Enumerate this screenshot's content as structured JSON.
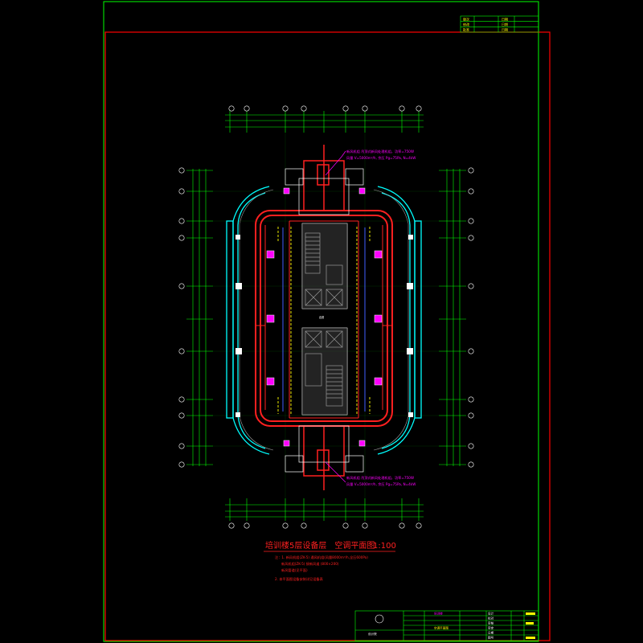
{
  "drawing": {
    "title": "培训楼5层设备层　空调平面图",
    "scale": "1:100",
    "notes": [
      "注：1. 新风机组(ZK-5)  通风机组(风量8000m³/h,全压600Pa)",
      "新风机组(ZK-5)  接新风道 (800×200)",
      "新风管道(见平面)",
      "2. 本平面图设备安装详见设备表"
    ],
    "equipment_callout_top": [
      "新风机组 吊顶式新风处理机组，功率=750W",
      "风量 V=5000m³/h,  余压 Pg=75Pa,  N=4kW"
    ],
    "equipment_callout_bottom": [
      "新风机组 吊顶式新风处理机组，功率=750W",
      "风量 V=5000m³/h,  余压 Pg=75Pa,  N=4kW"
    ],
    "center_label": "走廊"
  },
  "title_block": {
    "company": "设计院",
    "project": "培训楼",
    "drawing_name": "空调平面图",
    "rows": [
      "设计",
      "校对",
      "审核",
      "审定",
      "日期",
      "图号"
    ]
  },
  "revision_table": {
    "rows": [
      [
        "版次",
        "日期"
      ],
      [
        "修改",
        "日期"
      ],
      [
        "批准",
        "日期"
      ]
    ]
  },
  "colors": {
    "frame": "#00ff00",
    "border": "#ff0000",
    "walls_red": "#ff2020",
    "glass": "#00ffff",
    "dims": "#00ff00",
    "white": "#ffffff",
    "yellow": "#ffff00",
    "magenta": "#ff00ff",
    "blue": "#4060ff"
  }
}
